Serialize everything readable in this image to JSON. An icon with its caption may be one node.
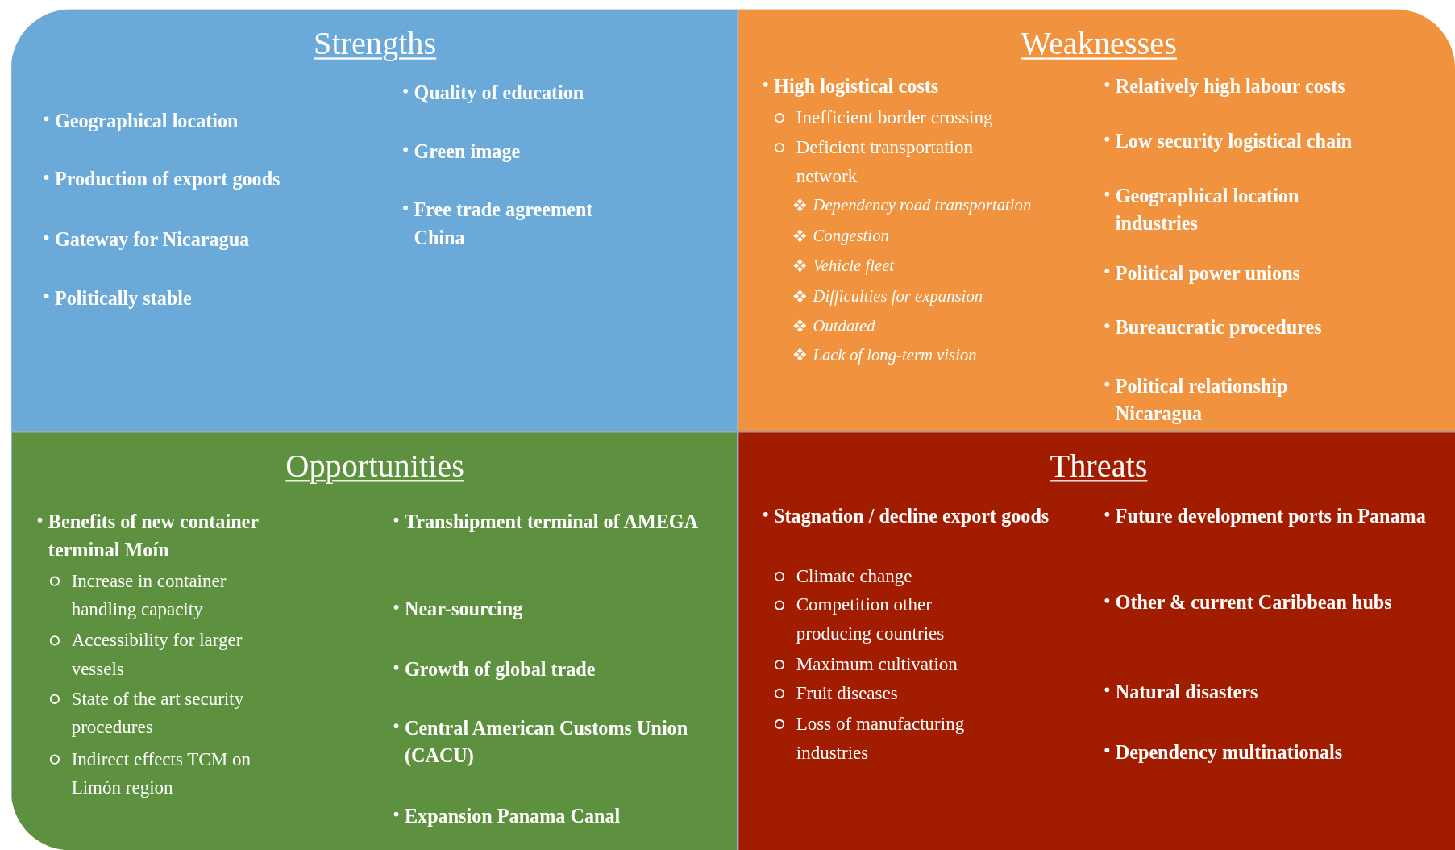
{
  "diagram": {
    "nodes": [
      {
        "text": [
          "Strengths",
          "Geographical location",
          "Production of export goods",
          "Gateway for Nicaragua",
          "Politically stable",
          "Quality of education",
          "Green image",
          "Free trade agreement China"
        ]
      },
      {
        "text": [
          "Weaknesses",
          "High logistical costs",
          "Inefficient border crossing",
          "Deficient transportation network",
          "Dependency road transportation",
          "Congestion",
          "Vehicle fleet",
          "Difficulties for expansion",
          "Outdated",
          "Lack of long-term vision",
          "Relatively high labour costs",
          "Low security logistical chain",
          "Geographical location industries",
          "Political power unions",
          "Bureaucratic procedures",
          "Political relationship Nicaragua"
        ]
      },
      {
        "text": [
          "Opportunities",
          "Benefits of new container terminal Moín",
          "Increase in container handling capacity",
          "Accessibility for larger vessels",
          "State of the art security procedures",
          "Indirect effects TCM on Limón region",
          "Transhipment terminal of AMEGA",
          "Near-sourcing",
          "Growth of global trade",
          "Central American Customs Union (CACU)",
          "Expansion Panama Canal"
        ]
      },
      {
        "text": [
          "Threats",
          "Stagnation / decline export goods",
          "Climate change",
          "Competition other producing countries",
          "Maximum cultivation",
          "Fruit diseases",
          "Loss of manufacturing industries",
          "Future development ports in Panama",
          "Other & current Caribbean hubs",
          "Natural disasters",
          "Dependency multinationals"
        ]
      }
    ]
  }
}
